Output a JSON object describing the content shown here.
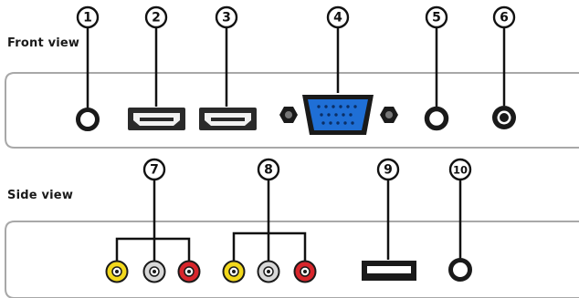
{
  "labels": {
    "front_view": "Front view",
    "side_view": "Side view"
  },
  "callouts": {
    "c1": "1",
    "c2": "2",
    "c3": "3",
    "c4": "4",
    "c5": "5",
    "c6": "6",
    "c7": "7",
    "c8": "8",
    "c9": "9",
    "c10": "10"
  },
  "colors": {
    "panel_stroke": "#a8a8a8",
    "jack_black": "#1a1a1a",
    "vga_blue": "#1f6fd6",
    "rca_yellow": "#f2d81c",
    "rca_white": "#d8d8d8",
    "rca_red": "#d8262c"
  }
}
